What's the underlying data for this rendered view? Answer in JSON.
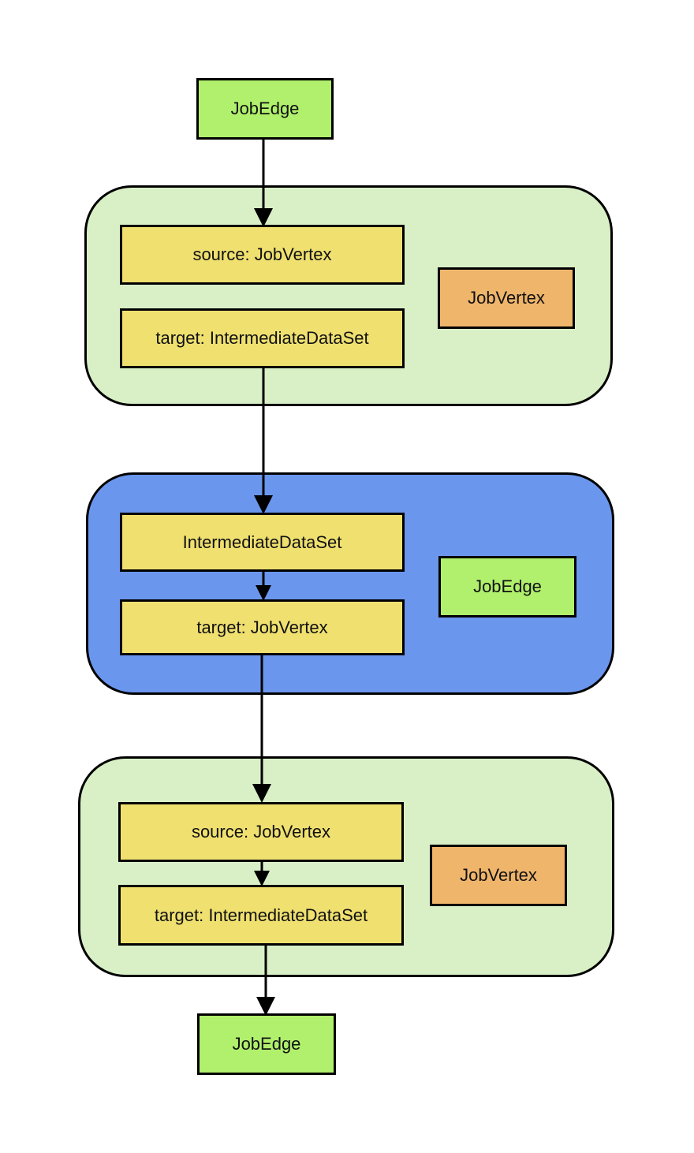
{
  "colors": {
    "jobedge": "#b0f06c",
    "jobvertex": "#efb56b",
    "field": "#efe070",
    "group_light": "#d9f0c6",
    "group_blue": "#6b96ee",
    "stroke": "#000000"
  },
  "top_node": {
    "label": "JobEdge"
  },
  "group1": {
    "field1": "source: JobVertex",
    "field2": "target: IntermediateDataSet",
    "type_label": "JobVertex"
  },
  "group2": {
    "field1": "IntermediateDataSet",
    "field2": "target: JobVertex",
    "type_label": "JobEdge"
  },
  "group3": {
    "field1": "source: JobVertex",
    "field2": "target: IntermediateDataSet",
    "type_label": "JobVertex"
  },
  "bottom_node": {
    "label": "JobEdge"
  }
}
